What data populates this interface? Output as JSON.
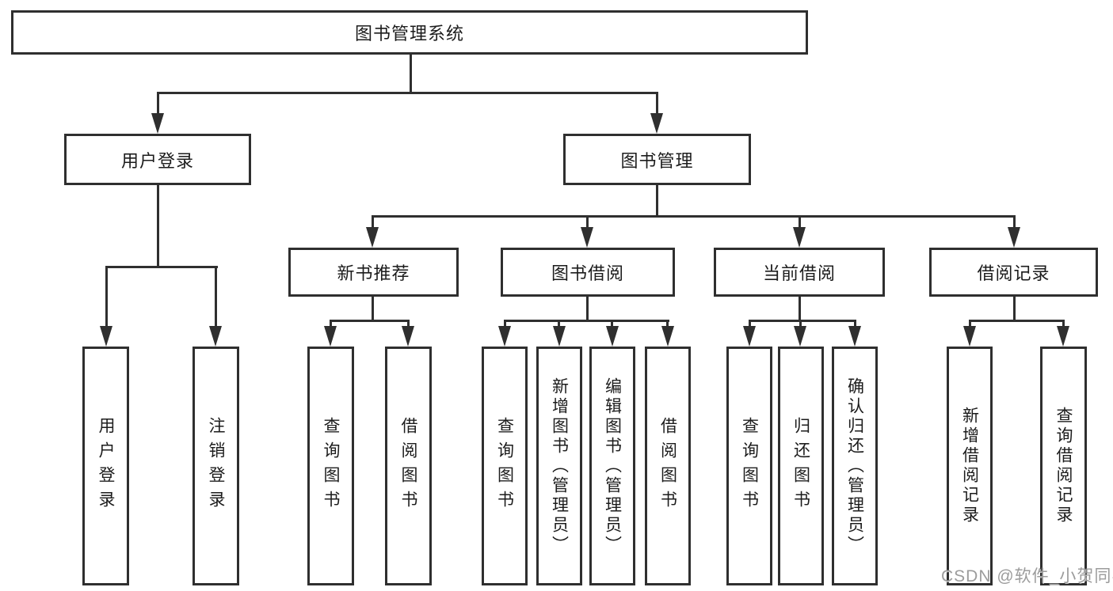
{
  "colors": {
    "line": "#2f2f2f",
    "text": "#1c1c1c",
    "box_bg": "#ffffff",
    "background": "#ffffff",
    "watermark": "#9c9c9c"
  },
  "watermark": {
    "text": "CSDN @软件_小贺同学"
  },
  "tree": {
    "root": {
      "label": "图书管理系统",
      "children": [
        {
          "label": "用户登录",
          "children": [
            {
              "label": "用户登录"
            },
            {
              "label": "注销登录"
            }
          ]
        },
        {
          "label": "图书管理",
          "children": [
            {
              "label": "新书推荐",
              "children": [
                {
                  "label": "查询图书"
                },
                {
                  "label": "借阅图书"
                }
              ]
            },
            {
              "label": "图书借阅",
              "children": [
                {
                  "label": "查询图书"
                },
                {
                  "label": "新增图书（管理员）"
                },
                {
                  "label": "编辑图书（管理员）"
                },
                {
                  "label": "借阅图书"
                }
              ]
            },
            {
              "label": "当前借阅",
              "children": [
                {
                  "label": "查询图书"
                },
                {
                  "label": "归还图书"
                },
                {
                  "label": "确认归还（管理员）"
                }
              ]
            },
            {
              "label": "借阅记录",
              "children": [
                {
                  "label": "新增借阅记录"
                },
                {
                  "label": "查询借阅记录"
                }
              ]
            }
          ]
        }
      ]
    }
  }
}
